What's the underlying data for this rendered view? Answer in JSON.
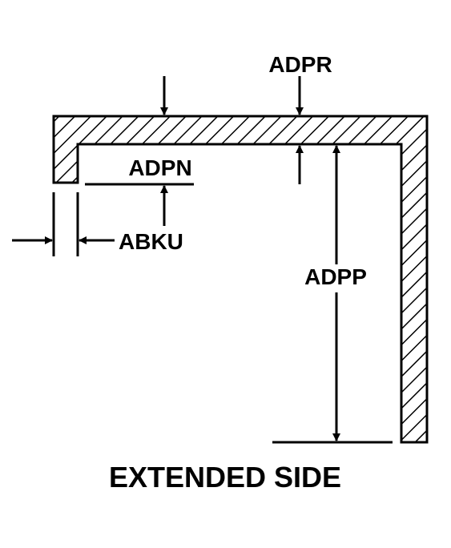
{
  "diagram": {
    "title": "EXTENDED SIDE",
    "labels": {
      "adpr": "ADPR",
      "adpn": "ADPN",
      "abku": "ABKU",
      "adpp": "ADPP"
    },
    "line_color": "#000000",
    "background_color": "#ffffff"
  }
}
